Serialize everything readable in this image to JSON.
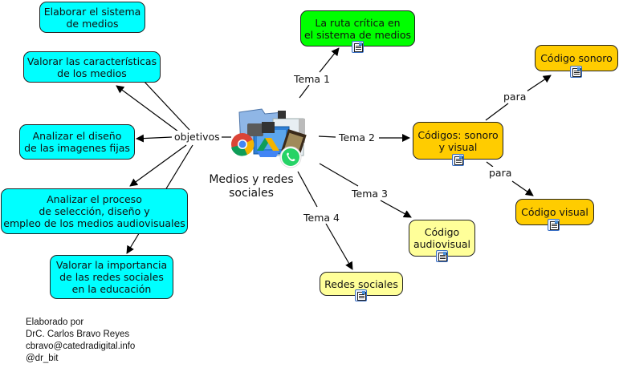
{
  "central_concept": {
    "label": "Medios y redes\nsociales",
    "image_icons": [
      "folder-icon",
      "video-camera-icon",
      "projector-icon",
      "monitor-icon",
      "film-strip-icon",
      "chrome-icon",
      "google-drive-icon",
      "whatsapp-icon"
    ]
  },
  "objectives": {
    "label": "objetivos",
    "items": [
      {
        "text": "Elaborar el sistema\nde medios"
      },
      {
        "text": "Valorar las características\nde los medios"
      },
      {
        "text": "Analizar el diseño\nde las imagenes fijas"
      },
      {
        "text": "Analizar el proceso\nde selección, diseño y\nempleo de los medios audiovisuales"
      },
      {
        "text": "Valorar la importancia\nde las redes sociales\nen la educación"
      }
    ]
  },
  "topics": [
    {
      "link_label": "Tema 1",
      "text": "La ruta crítica en\nel sistema de medios",
      "color": "#00ff00",
      "has_resource": true
    },
    {
      "link_label": "Tema 2",
      "text": "Códigos: sonoro\ny visual",
      "color": "#ffcc00",
      "has_resource": true
    },
    {
      "link_label": "Tema 3",
      "text": "Código\naudiovisual",
      "color": "#ffff99",
      "has_resource": true
    },
    {
      "link_label": "Tema 4",
      "text": "Redes sociales",
      "color": "#ffff99",
      "has_resource": true
    }
  ],
  "sub_codes": {
    "link_label": "para",
    "items": [
      {
        "text": "Código sonoro",
        "color": "#ffcc00",
        "has_resource": true
      },
      {
        "text": "Código visual",
        "color": "#ffcc00",
        "has_resource": true
      }
    ]
  },
  "author": {
    "line1": "Elaborado por",
    "line2": "DrC. Carlos Bravo Reyes",
    "line3": "cbravo@catedradigital.info",
    "line4": "@dr_bit"
  },
  "colors": {
    "objective_node": "#00ffff",
    "tema1_node": "#00ff00",
    "codes_node": "#ffcc00",
    "light_node": "#ffff99"
  }
}
